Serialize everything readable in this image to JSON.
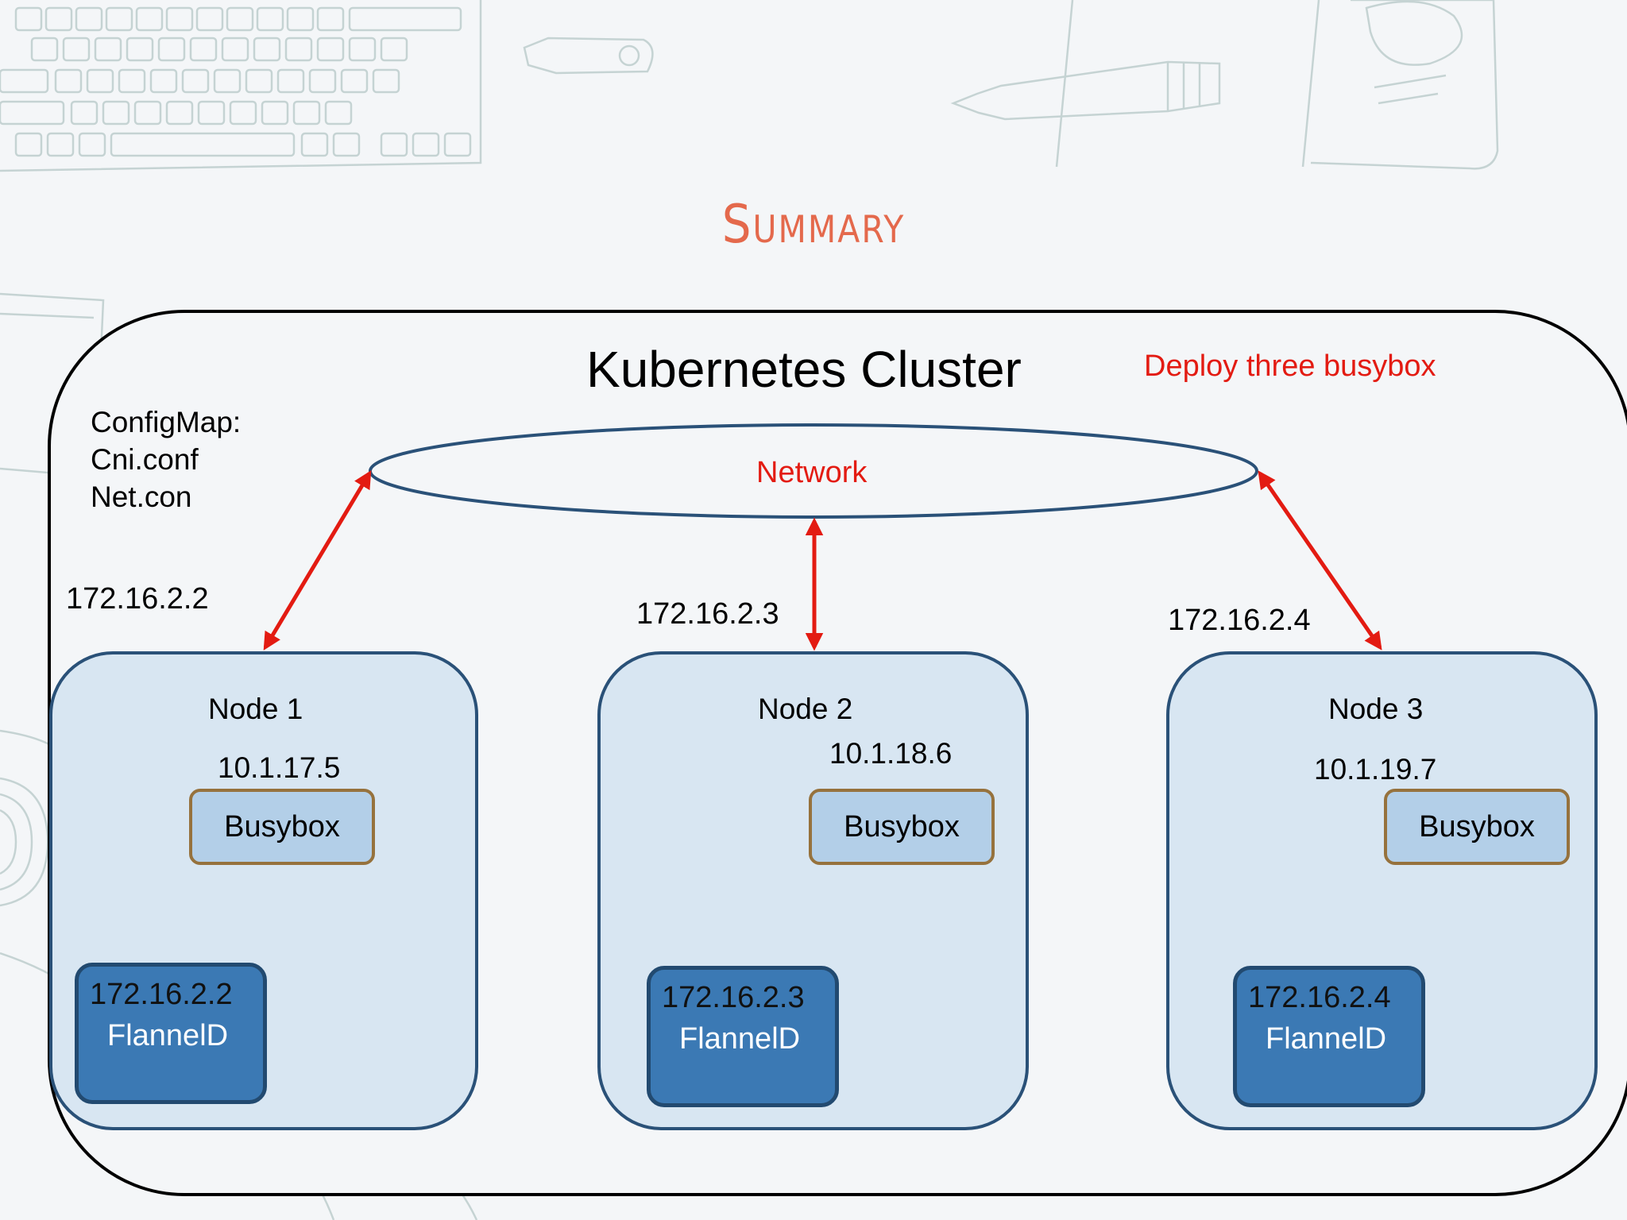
{
  "slide_title": "Summary",
  "cluster": {
    "title": "Kubernetes Cluster",
    "deploy_note": "Deploy three busybox",
    "configmap_lines": "ConfigMap:\nCni.conf\nNet.con",
    "network_label": "Network"
  },
  "nodes": [
    {
      "title": "Node 1",
      "pod_ip": "10.1.17.5",
      "pod_label": "Busybox",
      "flannel_ip": "172.16.2.2",
      "flannel_label": "FlannelD",
      "host_ip": "172.16.2.2"
    },
    {
      "title": "Node 2",
      "pod_ip": "10.1.18.6",
      "pod_label": "Busybox",
      "flannel_ip": "172.16.2.3",
      "flannel_label": "FlannelD",
      "host_ip": "172.16.2.3"
    },
    {
      "title": "Node 3",
      "pod_ip": "10.1.19.7",
      "pod_label": "Busybox",
      "flannel_ip": "172.16.2.4",
      "flannel_label": "FlannelD",
      "host_ip": "172.16.2.4"
    }
  ],
  "colors": {
    "title_accent": "#e4694c",
    "arrow": "#e31b12",
    "node_fill": "#d8e6f2",
    "node_border": "#2a5178",
    "pod_fill": "#b3cfe8",
    "pod_border": "#96723d",
    "flannel_fill": "#3b79b4"
  }
}
